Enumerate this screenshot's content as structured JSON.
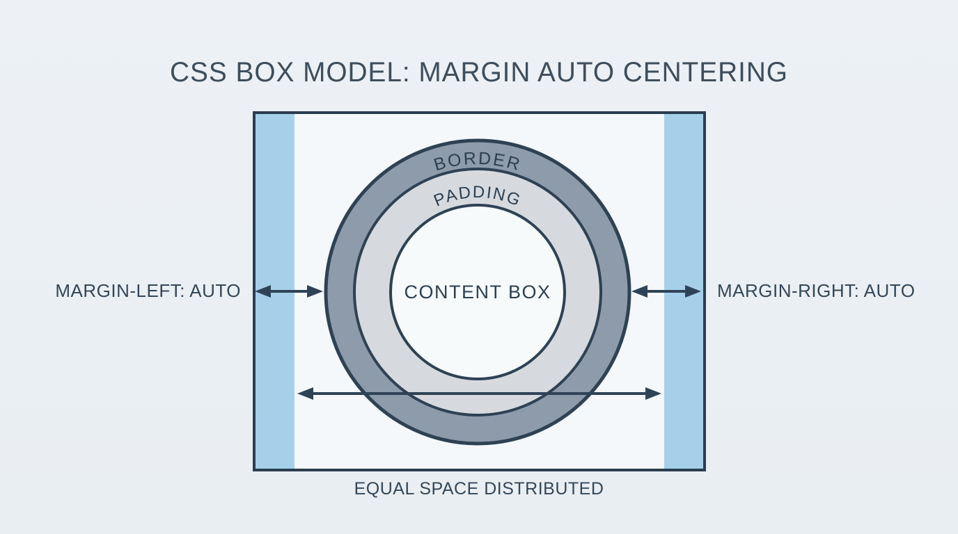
{
  "title": "CSS BOX MODEL: MARGIN AUTO CENTERING",
  "box_model": {
    "border_label": "BORDER",
    "padding_label": "PADDING",
    "content_label": "CONTENT BOX"
  },
  "annotations": {
    "margin_left": "MARGIN-LEFT: AUTO",
    "margin_right": "MARGIN-RIGHT: AUTO",
    "bottom_caption": "EQUAL SPACE DISTRIBUTED"
  },
  "colors": {
    "page_background": "#ebeff3",
    "box_fill": "#f4f8fa",
    "box_border": "#2b3e50",
    "margin_strip": "#a6d0e9",
    "border_ring_fill": "#8d9bab",
    "padding_ring_fill": "#d6dade",
    "content_fill": "#f6fafb",
    "ink": "#31465a"
  }
}
